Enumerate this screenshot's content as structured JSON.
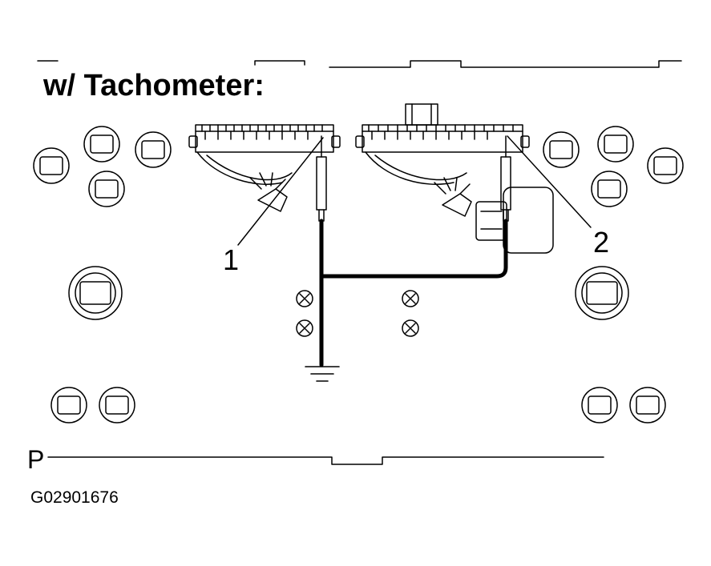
{
  "heading": "w/ Tachometer:",
  "callouts": [
    "1",
    "2"
  ],
  "marker": "P",
  "figure_id": "G02901676",
  "colors": {
    "line": "#000000",
    "background": "#ffffff"
  }
}
